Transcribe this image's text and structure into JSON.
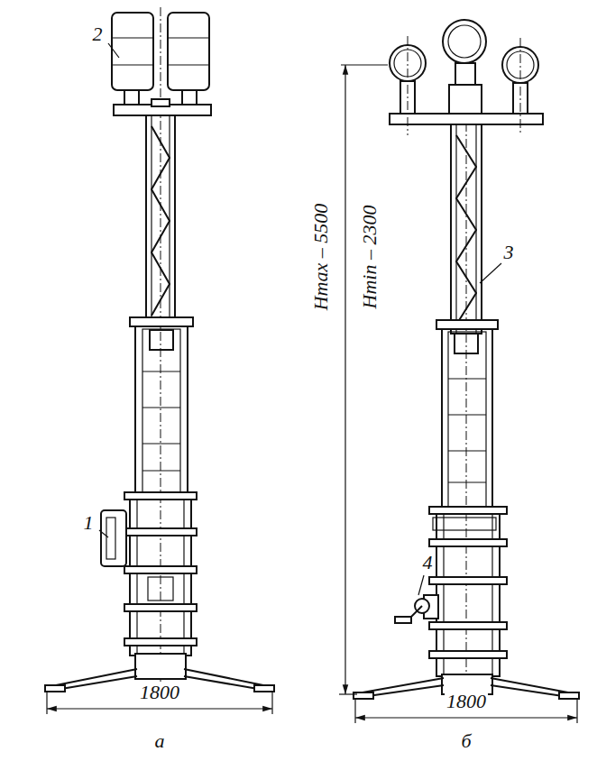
{
  "diagram": {
    "labels": [
      "2",
      "1",
      "1800",
      "а",
      "Hmax – 5500",
      "Hmin – 2300",
      "3",
      "4",
      "1800",
      "б"
    ]
  }
}
